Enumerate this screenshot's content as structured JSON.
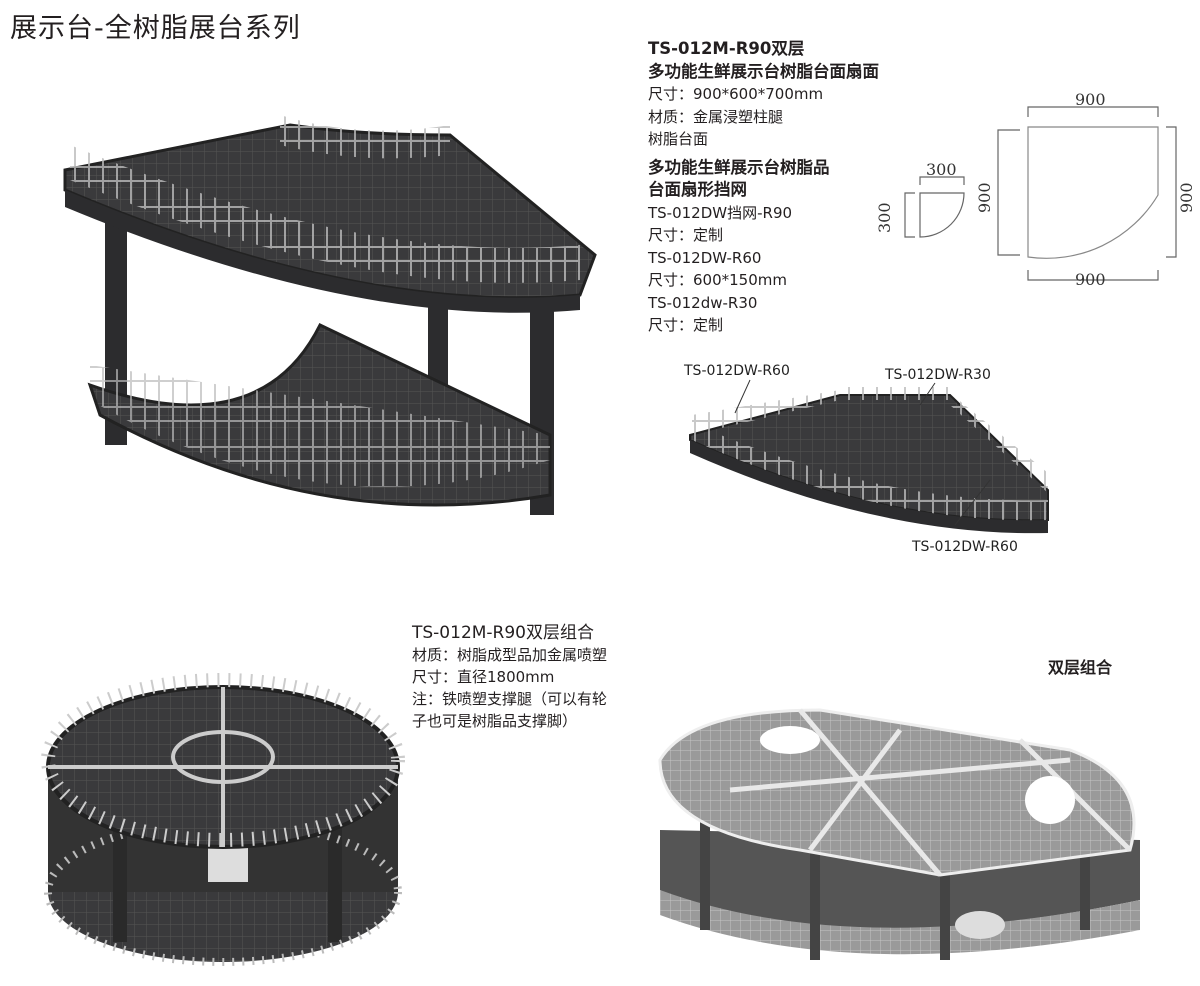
{
  "page_title": "展示台-全树脂展台系列",
  "product1": {
    "model": "TS-012M-R90双层",
    "name": "多功能生鲜展示台树脂台面扇面",
    "size": "尺寸：900*600*700mm",
    "material": "材质：金属浸塑柱腿",
    "material2": "树脂台面"
  },
  "product2": {
    "name_line1": "多功能生鲜展示台树脂品",
    "name_line2": "台面扇形挡网",
    "items": [
      {
        "model": "TS-012DW挡网-R90",
        "size": "尺寸：定制"
      },
      {
        "model": "TS-012DW-R60",
        "size": "尺寸：600*150mm"
      },
      {
        "model": "TS-012dw-R30",
        "size": "尺寸：定制"
      }
    ]
  },
  "diagram": {
    "small_width": "300",
    "small_height": "300",
    "large_top": "900",
    "large_left": "900",
    "large_right": "900",
    "large_bottom": "900"
  },
  "callouts": {
    "left": "TS-012DW-R60",
    "right": "TS-012DW-R30",
    "bottom": "TS-012DW-R60"
  },
  "combo": {
    "model": "TS-012M-R90双层组合",
    "material": "材质：树脂成型品加金属喷塑",
    "size": "尺寸：直径1800mm",
    "note1": "注：铁喷塑支撑腿（可以有轮",
    "note2": "子也可是树脂品支撑脚）"
  },
  "dual_label": "双层组合",
  "colors": {
    "dark_table": "#3a3a3c",
    "light_table": "#9a9a9a",
    "fence": "#cfcfcf"
  }
}
